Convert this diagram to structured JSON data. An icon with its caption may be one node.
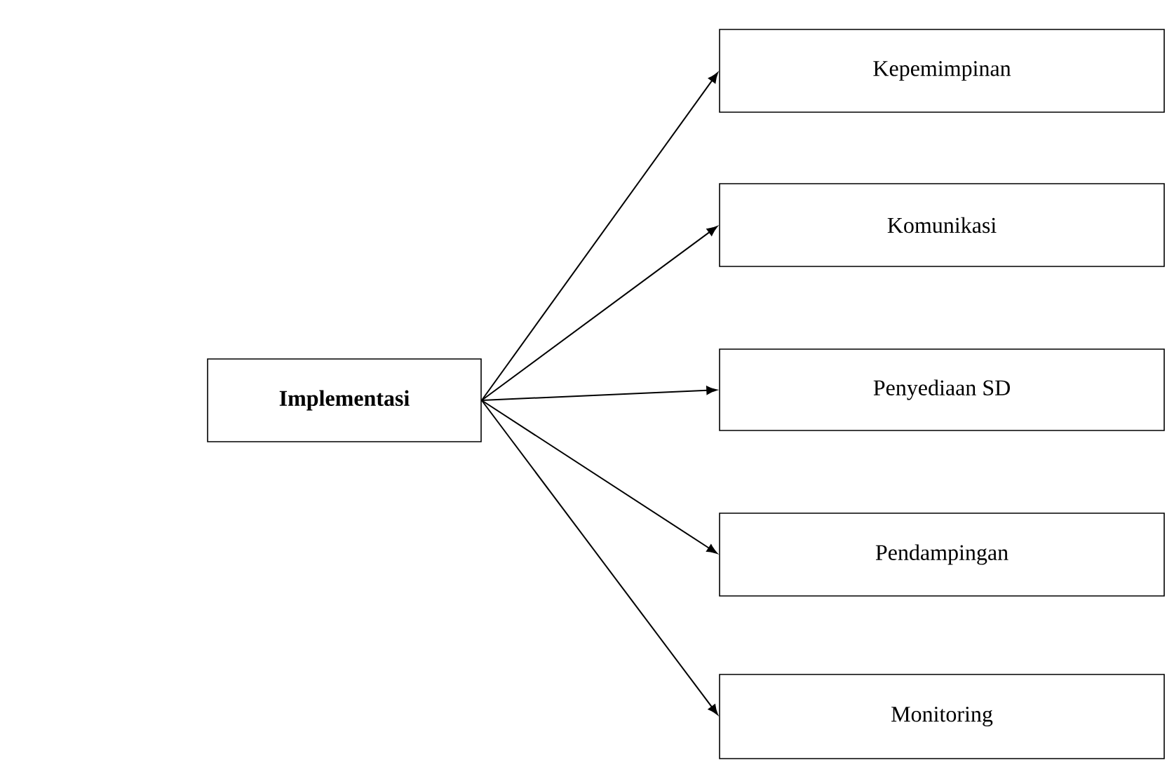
{
  "diagram": {
    "nodes": [
      {
        "text": [
          "**Implementasi**"
        ]
      },
      {
        "text": [
          "Kepemimpinan"
        ]
      },
      {
        "text": [
          "Komunikasi"
        ]
      },
      {
        "text": [
          "Penyediaan SD"
        ]
      },
      {
        "text": [
          "Pendampingan"
        ]
      },
      {
        "text": [
          "Monitoring"
        ]
      }
    ],
    "edges": [
      {
        "from": 0,
        "to": 1,
        "arrow": "to"
      },
      {
        "from": 0,
        "to": 2,
        "arrow": "to"
      },
      {
        "from": 0,
        "to": 3,
        "arrow": "to"
      },
      {
        "from": 0,
        "to": 4,
        "arrow": "to"
      },
      {
        "from": 0,
        "to": 5,
        "arrow": "to"
      }
    ]
  }
}
